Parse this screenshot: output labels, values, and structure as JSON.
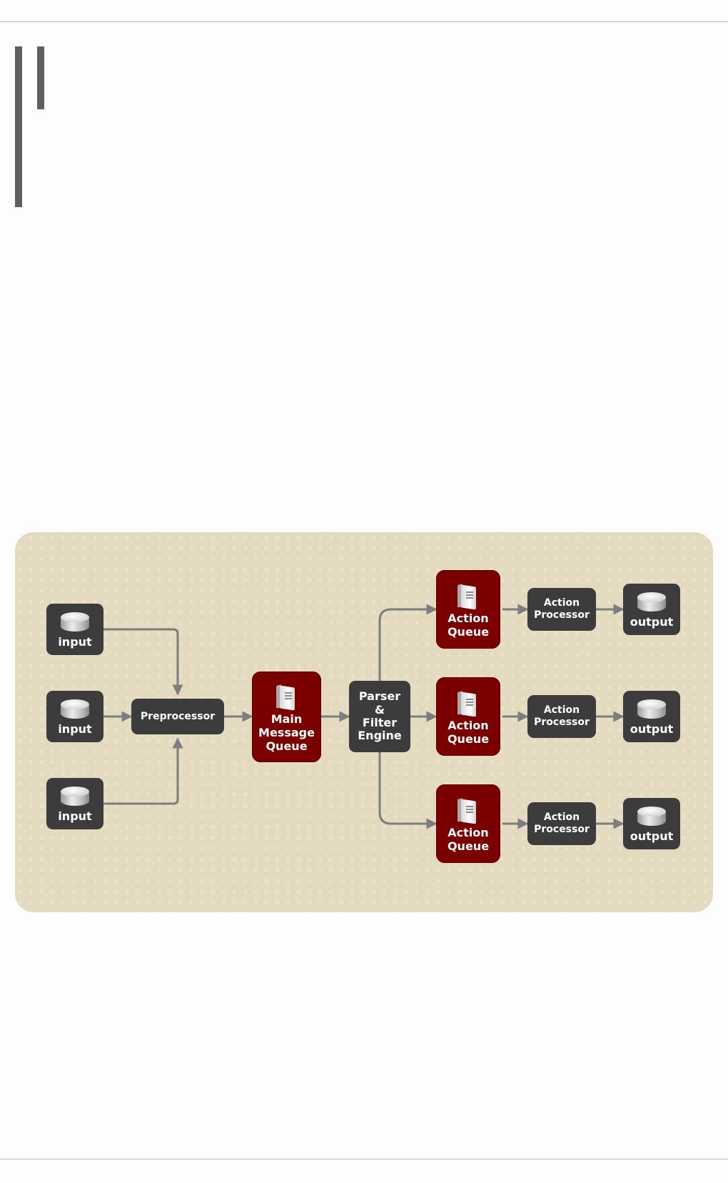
{
  "diagram": {
    "inputs": [
      {
        "label": "input",
        "icon": "database-icon"
      },
      {
        "label": "input",
        "icon": "database-icon"
      },
      {
        "label": "input",
        "icon": "database-icon"
      }
    ],
    "preprocessor": "Preprocessor",
    "main_queue": {
      "line1": "Main",
      "line2": "Message",
      "line3": "Queue",
      "icon": "server-icon"
    },
    "engine": {
      "line1": "Parser",
      "line2": "&",
      "line3": "Filter",
      "line4": "Engine"
    },
    "action_queues": [
      {
        "line1": "Action",
        "line2": "Queue",
        "icon": "server-icon"
      },
      {
        "line1": "Action",
        "line2": "Queue",
        "icon": "server-icon"
      },
      {
        "line1": "Action",
        "line2": "Queue",
        "icon": "server-icon"
      }
    ],
    "action_processors": [
      {
        "line1": "Action",
        "line2": "Processor"
      },
      {
        "line1": "Action",
        "line2": "Processor"
      },
      {
        "line1": "Action",
        "line2": "Processor"
      }
    ],
    "outputs": [
      {
        "label": "output",
        "icon": "database-icon"
      },
      {
        "label": "output",
        "icon": "database-icon"
      },
      {
        "label": "output",
        "icon": "database-icon"
      }
    ],
    "colors": {
      "background": "#e3dac0",
      "dark_node": "#3c3c3c",
      "queue_node": "#7a0000",
      "connector": "#7d7d7d"
    }
  }
}
